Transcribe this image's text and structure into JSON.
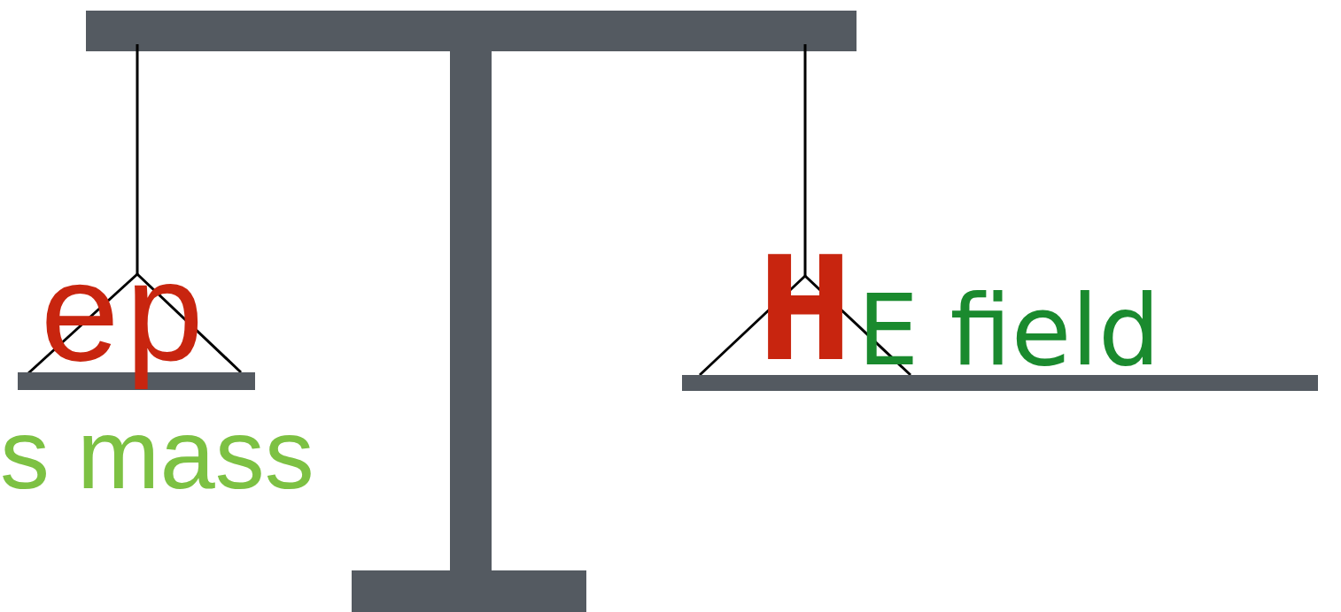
{
  "diagram": {
    "labels": [
      "ep",
      "H",
      "E field",
      "s mass"
    ]
  }
}
